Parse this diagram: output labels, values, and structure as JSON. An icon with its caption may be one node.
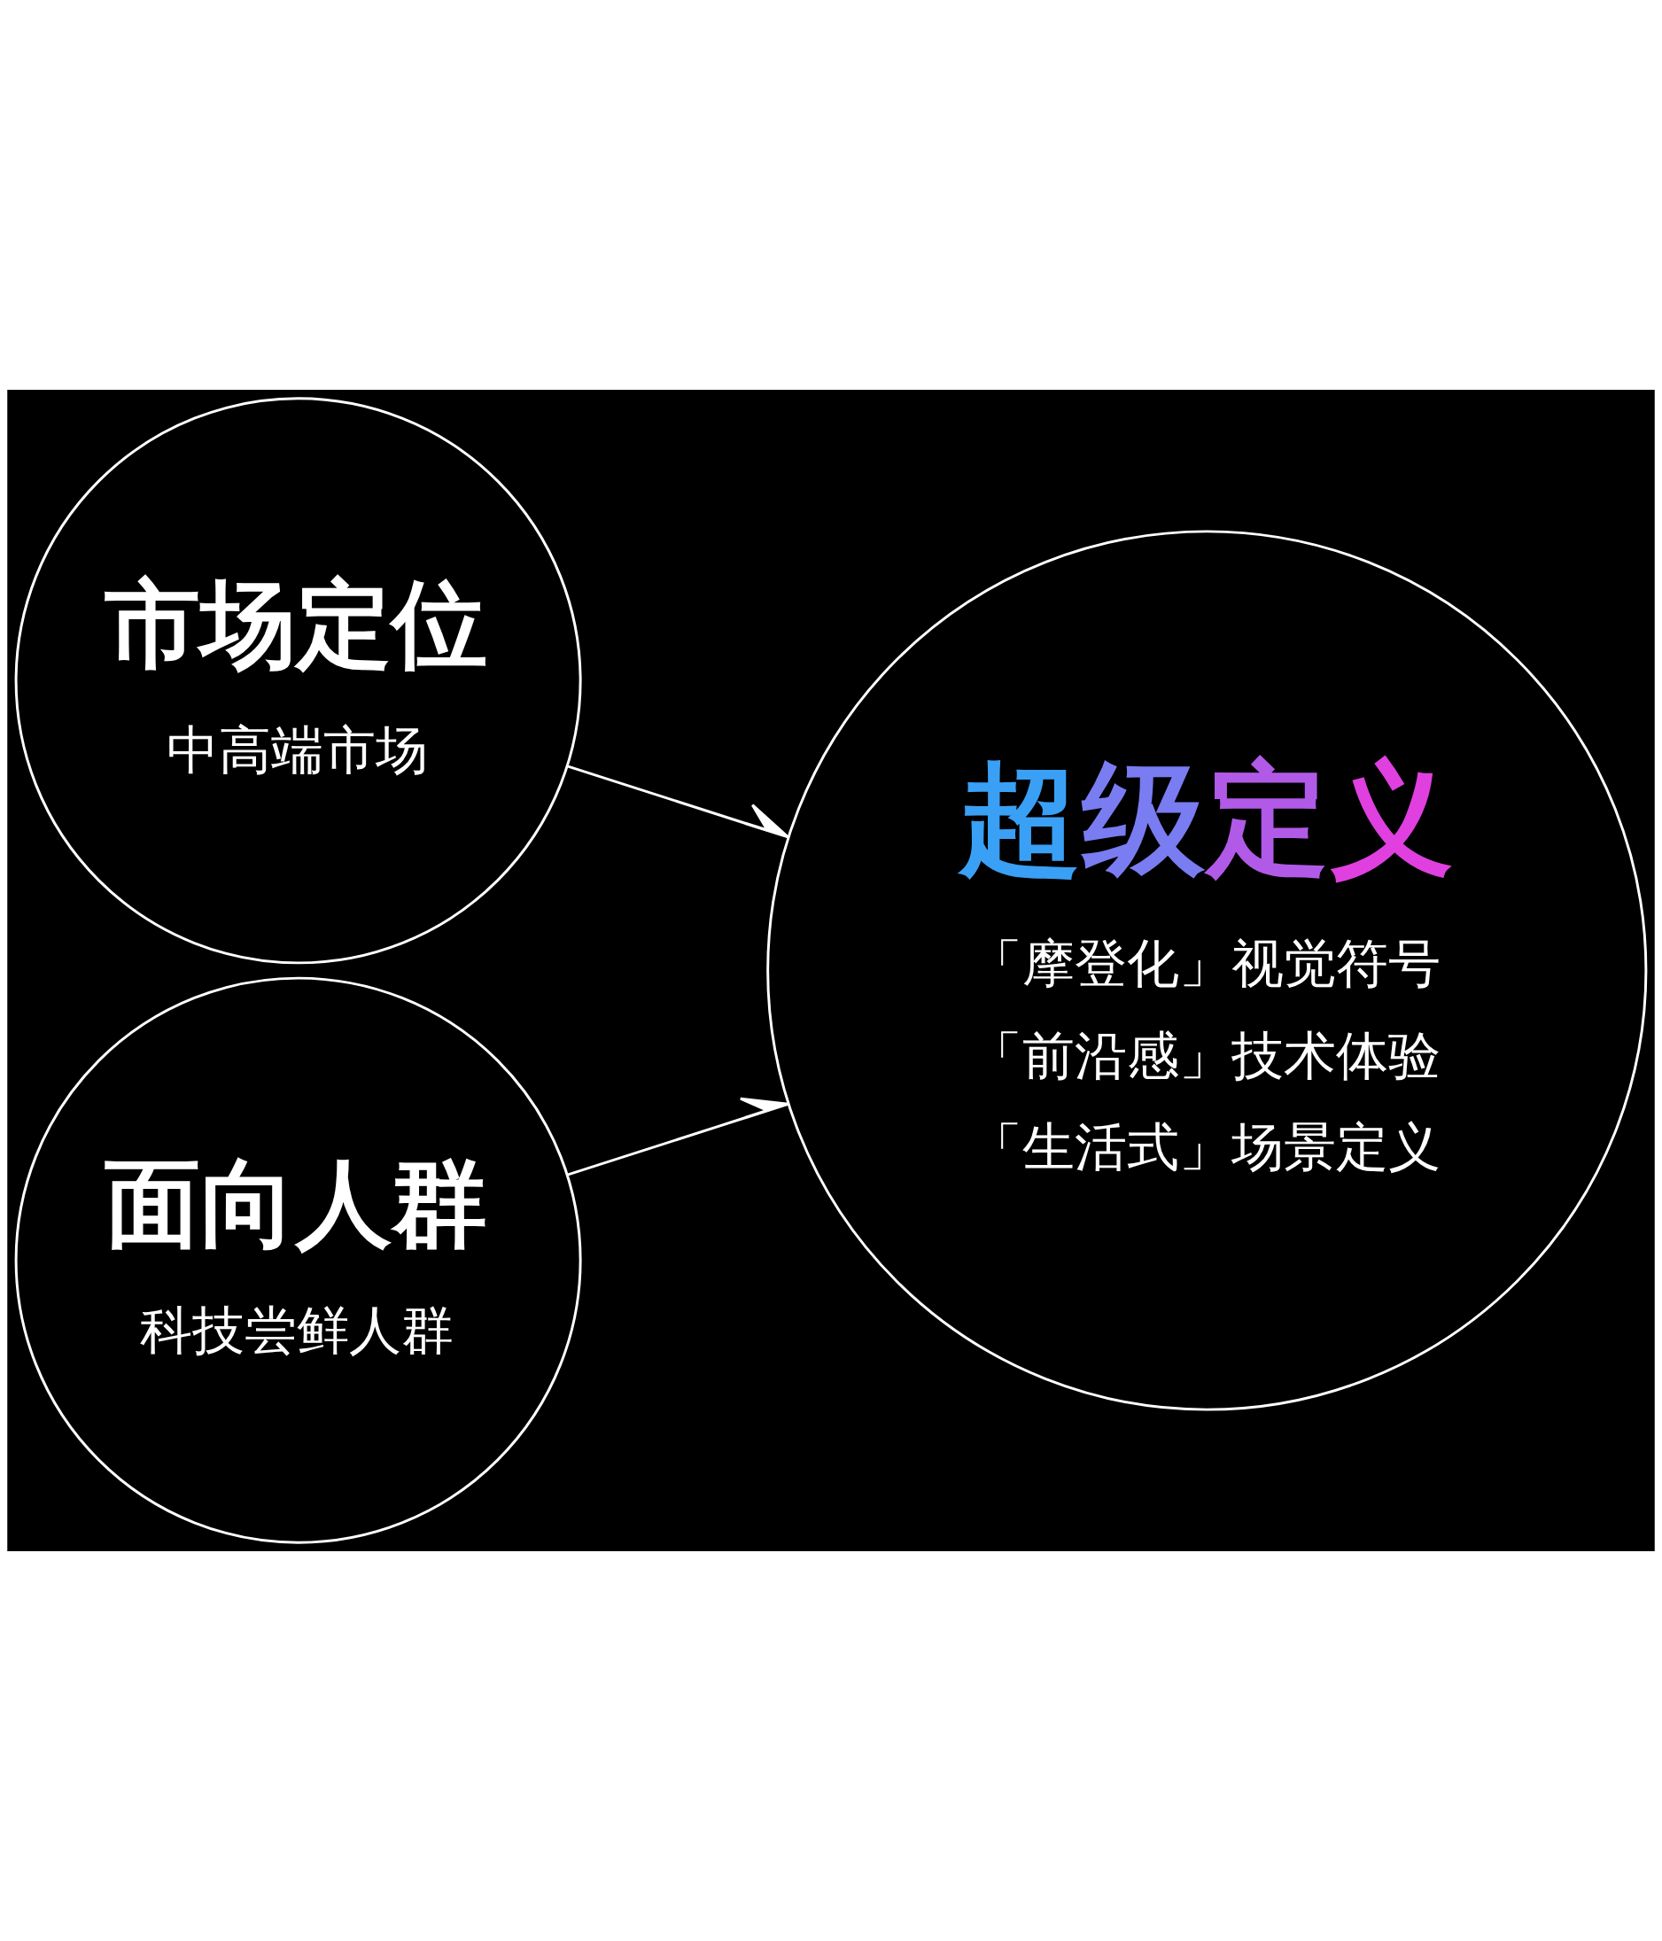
{
  "diagram": {
    "nodes": [
      {
        "text": [
          "市场定位",
          "中高端市场"
        ]
      },
      {
        "text": [
          "面向人群",
          "科技尝鲜人群"
        ]
      },
      {
        "text": [
          "超级定义",
          "「摩登化」视觉符号",
          "「前沿感」技术体验",
          "「生活式」场景定义"
        ]
      }
    ],
    "edges": [
      {
        "from": 0,
        "to": 2,
        "arrow": "to"
      },
      {
        "from": 1,
        "to": 2,
        "arrow": "to"
      }
    ]
  }
}
